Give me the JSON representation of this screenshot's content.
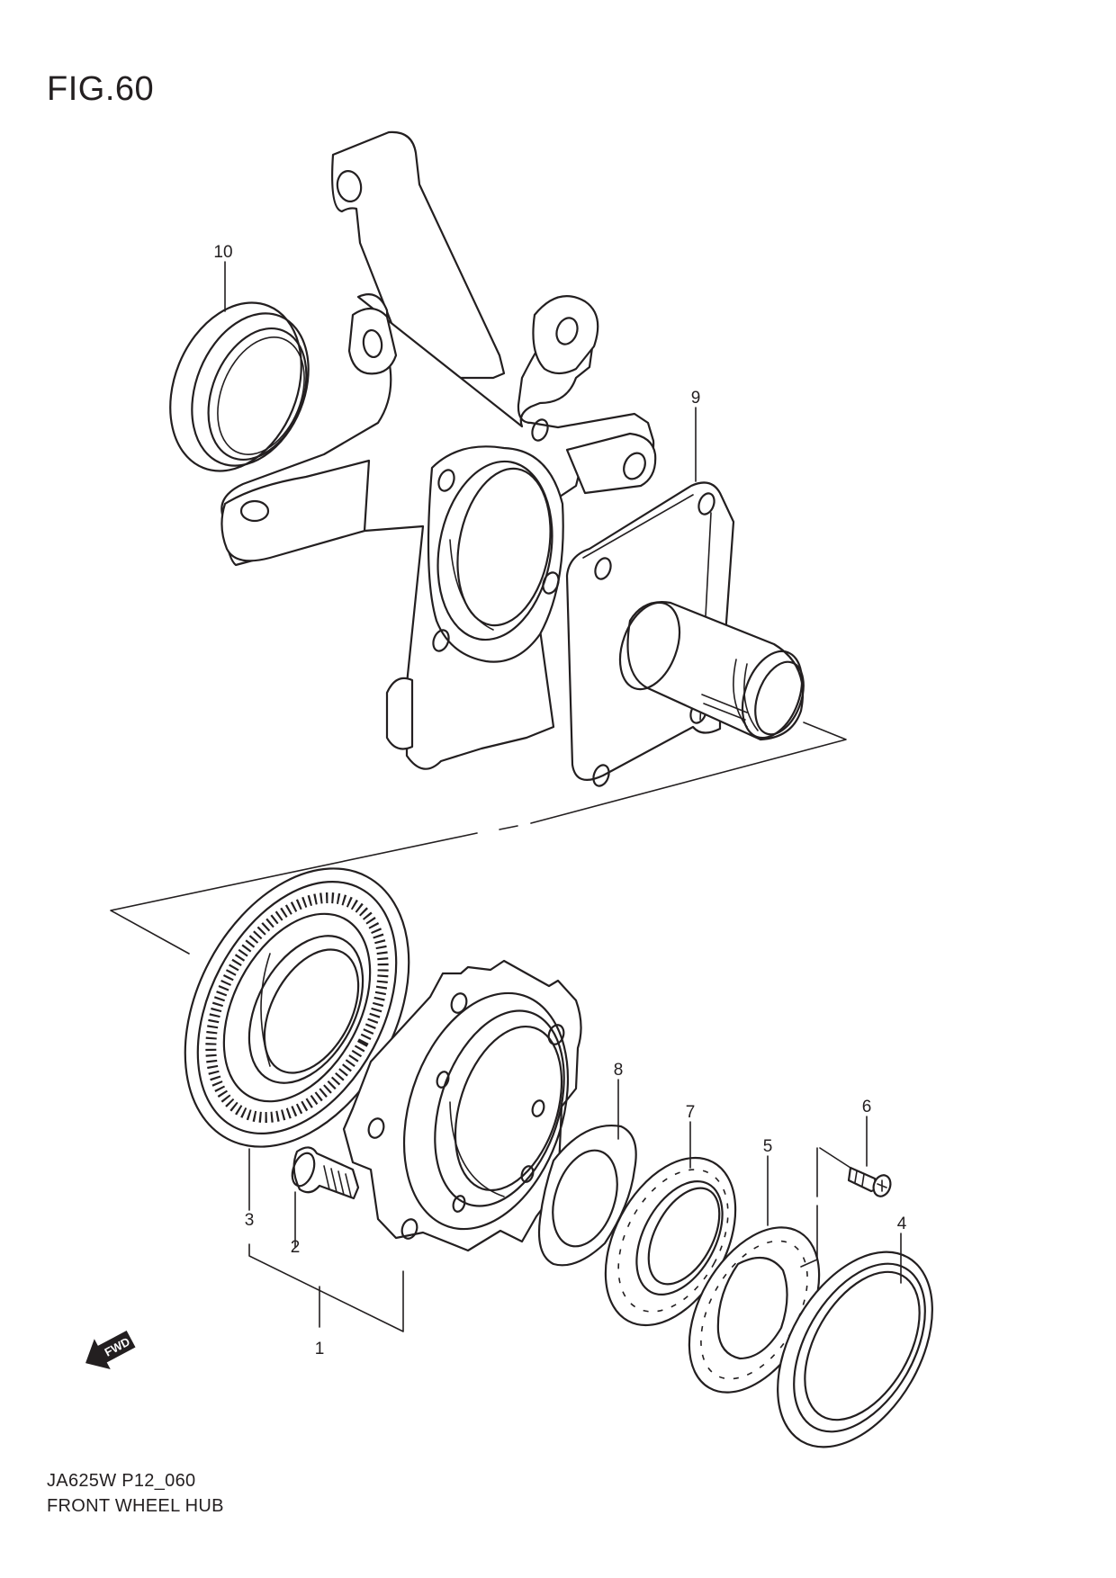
{
  "figure": {
    "title": "FIG.60",
    "code": "JA625W P12_060",
    "name": "FRONT WHEEL HUB"
  },
  "callouts": {
    "c1": "1",
    "c2": "2",
    "c3": "3",
    "c4": "4",
    "c5": "5",
    "c6": "6",
    "c7": "7",
    "c8": "8",
    "c9": "9",
    "c10": "10"
  },
  "direction_marker": {
    "label": "FWD",
    "icon": "arrow-left-down-icon"
  },
  "colors": {
    "line": "#231f20",
    "background": "#ffffff"
  }
}
